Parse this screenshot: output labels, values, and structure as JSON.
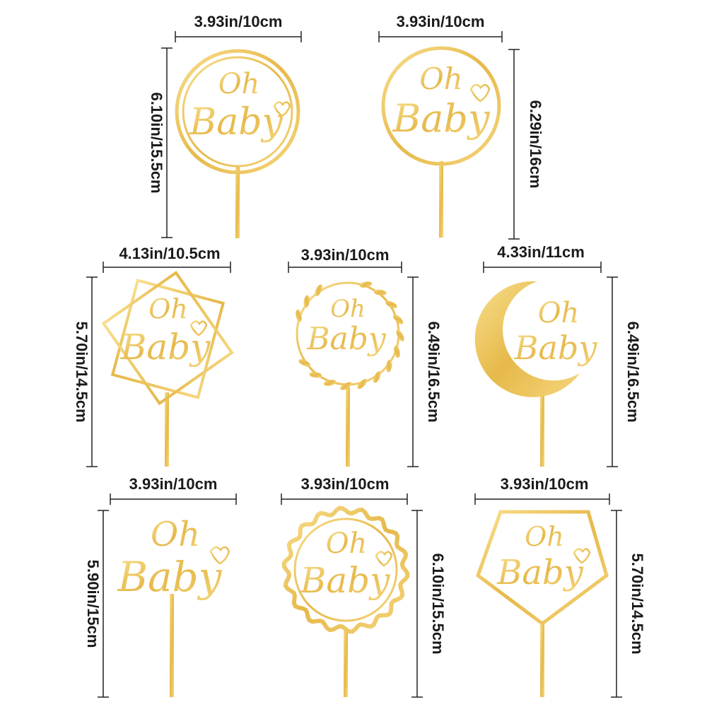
{
  "colors": {
    "gold": "#e6b94a",
    "gold_light": "#f7dc8a",
    "line": "#222222",
    "background": "#ffffff"
  },
  "toppers": [
    {
      "id": "round-ring",
      "shape": "double-ring",
      "text_top": "Oh",
      "text_bottom": "Baby",
      "width_label": "3.93in/10cm",
      "height_label": "6.10in/15.5cm"
    },
    {
      "id": "round-circle",
      "shape": "circle",
      "text_top": "Oh",
      "text_bottom": "Baby",
      "width_label": "3.93in/10cm",
      "height_label": "6.29in/16cm"
    },
    {
      "id": "star-hexagon",
      "shape": "hexagram-squares",
      "text_top": "Oh",
      "text_bottom": "Baby",
      "width_label": "4.13in/10.5cm",
      "height_label": "5.70in/14.5cm"
    },
    {
      "id": "wreath",
      "shape": "leaf-wreath",
      "text_top": "Oh",
      "text_bottom": "Baby",
      "width_label": "3.93in/10cm",
      "height_label": "6.49in/16.5cm"
    },
    {
      "id": "moon",
      "shape": "crescent-moon",
      "text_top": "Oh",
      "text_bottom": "Baby",
      "width_label": "4.33in/11cm",
      "height_label": "6.49in/16.5cm"
    },
    {
      "id": "script-only",
      "shape": "script",
      "text_top": "Oh",
      "text_bottom": "Baby",
      "width_label": "3.93in/10cm",
      "height_label": "5.90in/15cm"
    },
    {
      "id": "scalloped",
      "shape": "scalloped-circle",
      "text_top": "Oh",
      "text_bottom": "Baby",
      "width_label": "3.93in/10cm",
      "height_label": "6.10in/15.5cm"
    },
    {
      "id": "pentagon",
      "shape": "pentagon",
      "text_top": "Oh",
      "text_bottom": "Baby",
      "width_label": "3.93in/10cm",
      "height_label": "5.70in/14.5cm"
    }
  ]
}
